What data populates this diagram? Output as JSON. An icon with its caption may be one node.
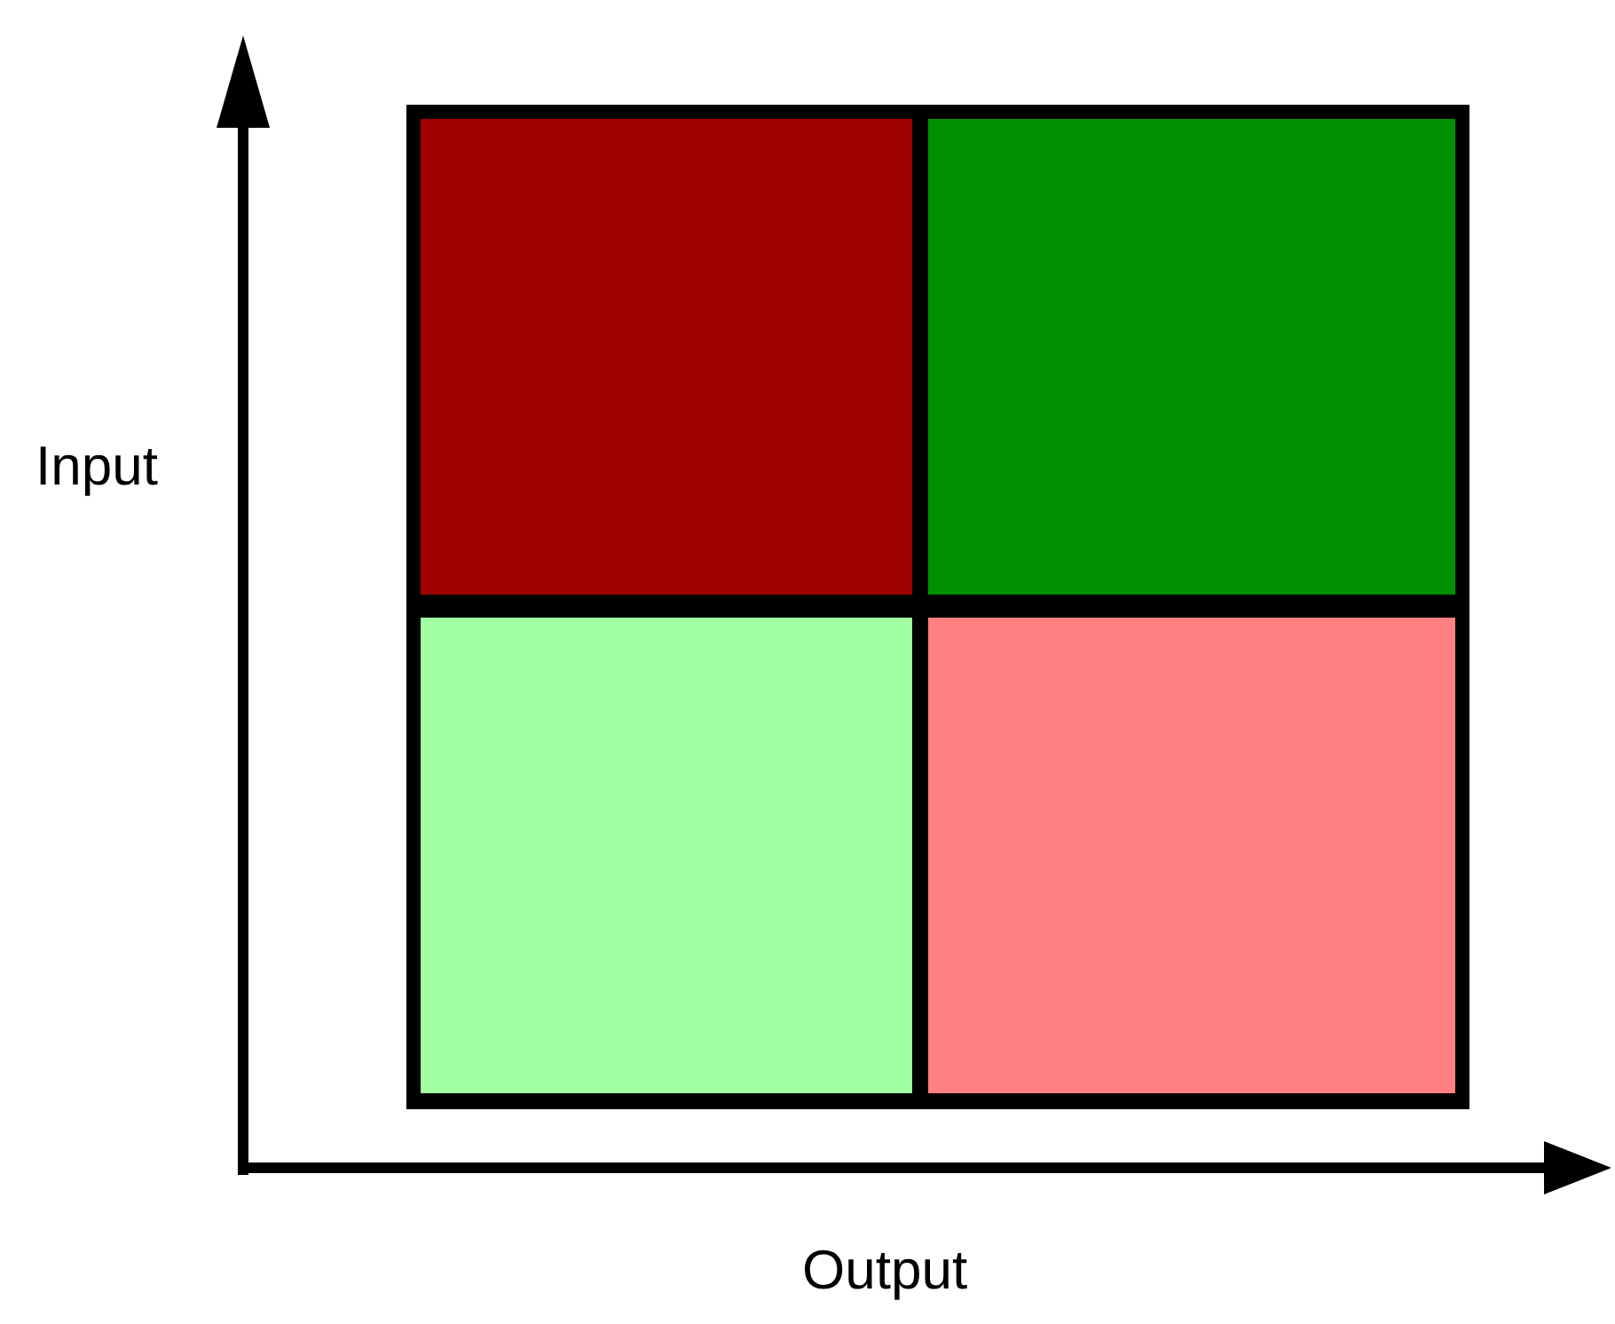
{
  "diagram": {
    "nodes": [
      {
        "text": [],
        "shape": "box"
      },
      {
        "text": [],
        "shape": "box"
      },
      {
        "text": [],
        "shape": "box"
      },
      {
        "text": [],
        "shape": "box"
      }
    ],
    "labels": [
      "Input",
      "Output"
    ]
  }
}
